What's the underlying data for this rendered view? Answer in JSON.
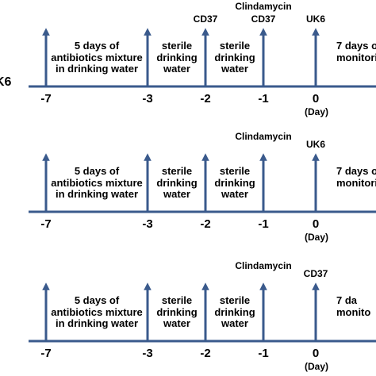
{
  "panels": [
    {
      "period_labels": {
        "antibiotics": "5 days of\nantibiotics mixture\nin drinking water",
        "sterile_1": "sterile\ndrinking\nwater",
        "sterile_2": "sterile\ndrinking\nwater",
        "monitoring": "7 days o\nmonitori"
      },
      "drugs": [
        {
          "label": "CD37",
          "day": "-2"
        },
        {
          "label": "Clindamycin",
          "day": "-1",
          "second_line": "CD37"
        },
        {
          "label": "UK6",
          "day": "0"
        }
      ],
      "left_edge_label": "K6"
    },
    {
      "period_labels": {
        "antibiotics": "5 days of\nantibiotics mixture\nin drinking water",
        "sterile_1": "sterile\ndrinking\nwater",
        "sterile_2": "sterile\ndrinking\nwater",
        "monitoring": "7 days o\nmonitori"
      },
      "drugs": [
        {
          "label": "Clindamycin",
          "day": "-1"
        },
        {
          "label": "UK6",
          "day": "0"
        }
      ]
    },
    {
      "period_labels": {
        "antibiotics": "5 days of\nantibiotics mixture\nin drinking water",
        "sterile_1": "sterile\ndrinking\nwater",
        "sterile_2": "sterile\ndrinking\nwater",
        "monitoring": "7 da\nmonito"
      },
      "drugs": [
        {
          "label": "Clindamycin",
          "day": "-1"
        },
        {
          "label": "CD37",
          "day": "0"
        }
      ]
    }
  ],
  "ticks": [
    "-7",
    "-3",
    "-2",
    "-1",
    "0"
  ],
  "day_unit": "(Day)",
  "colors": {
    "axis": "#3a5a8c",
    "text": "#000000"
  }
}
